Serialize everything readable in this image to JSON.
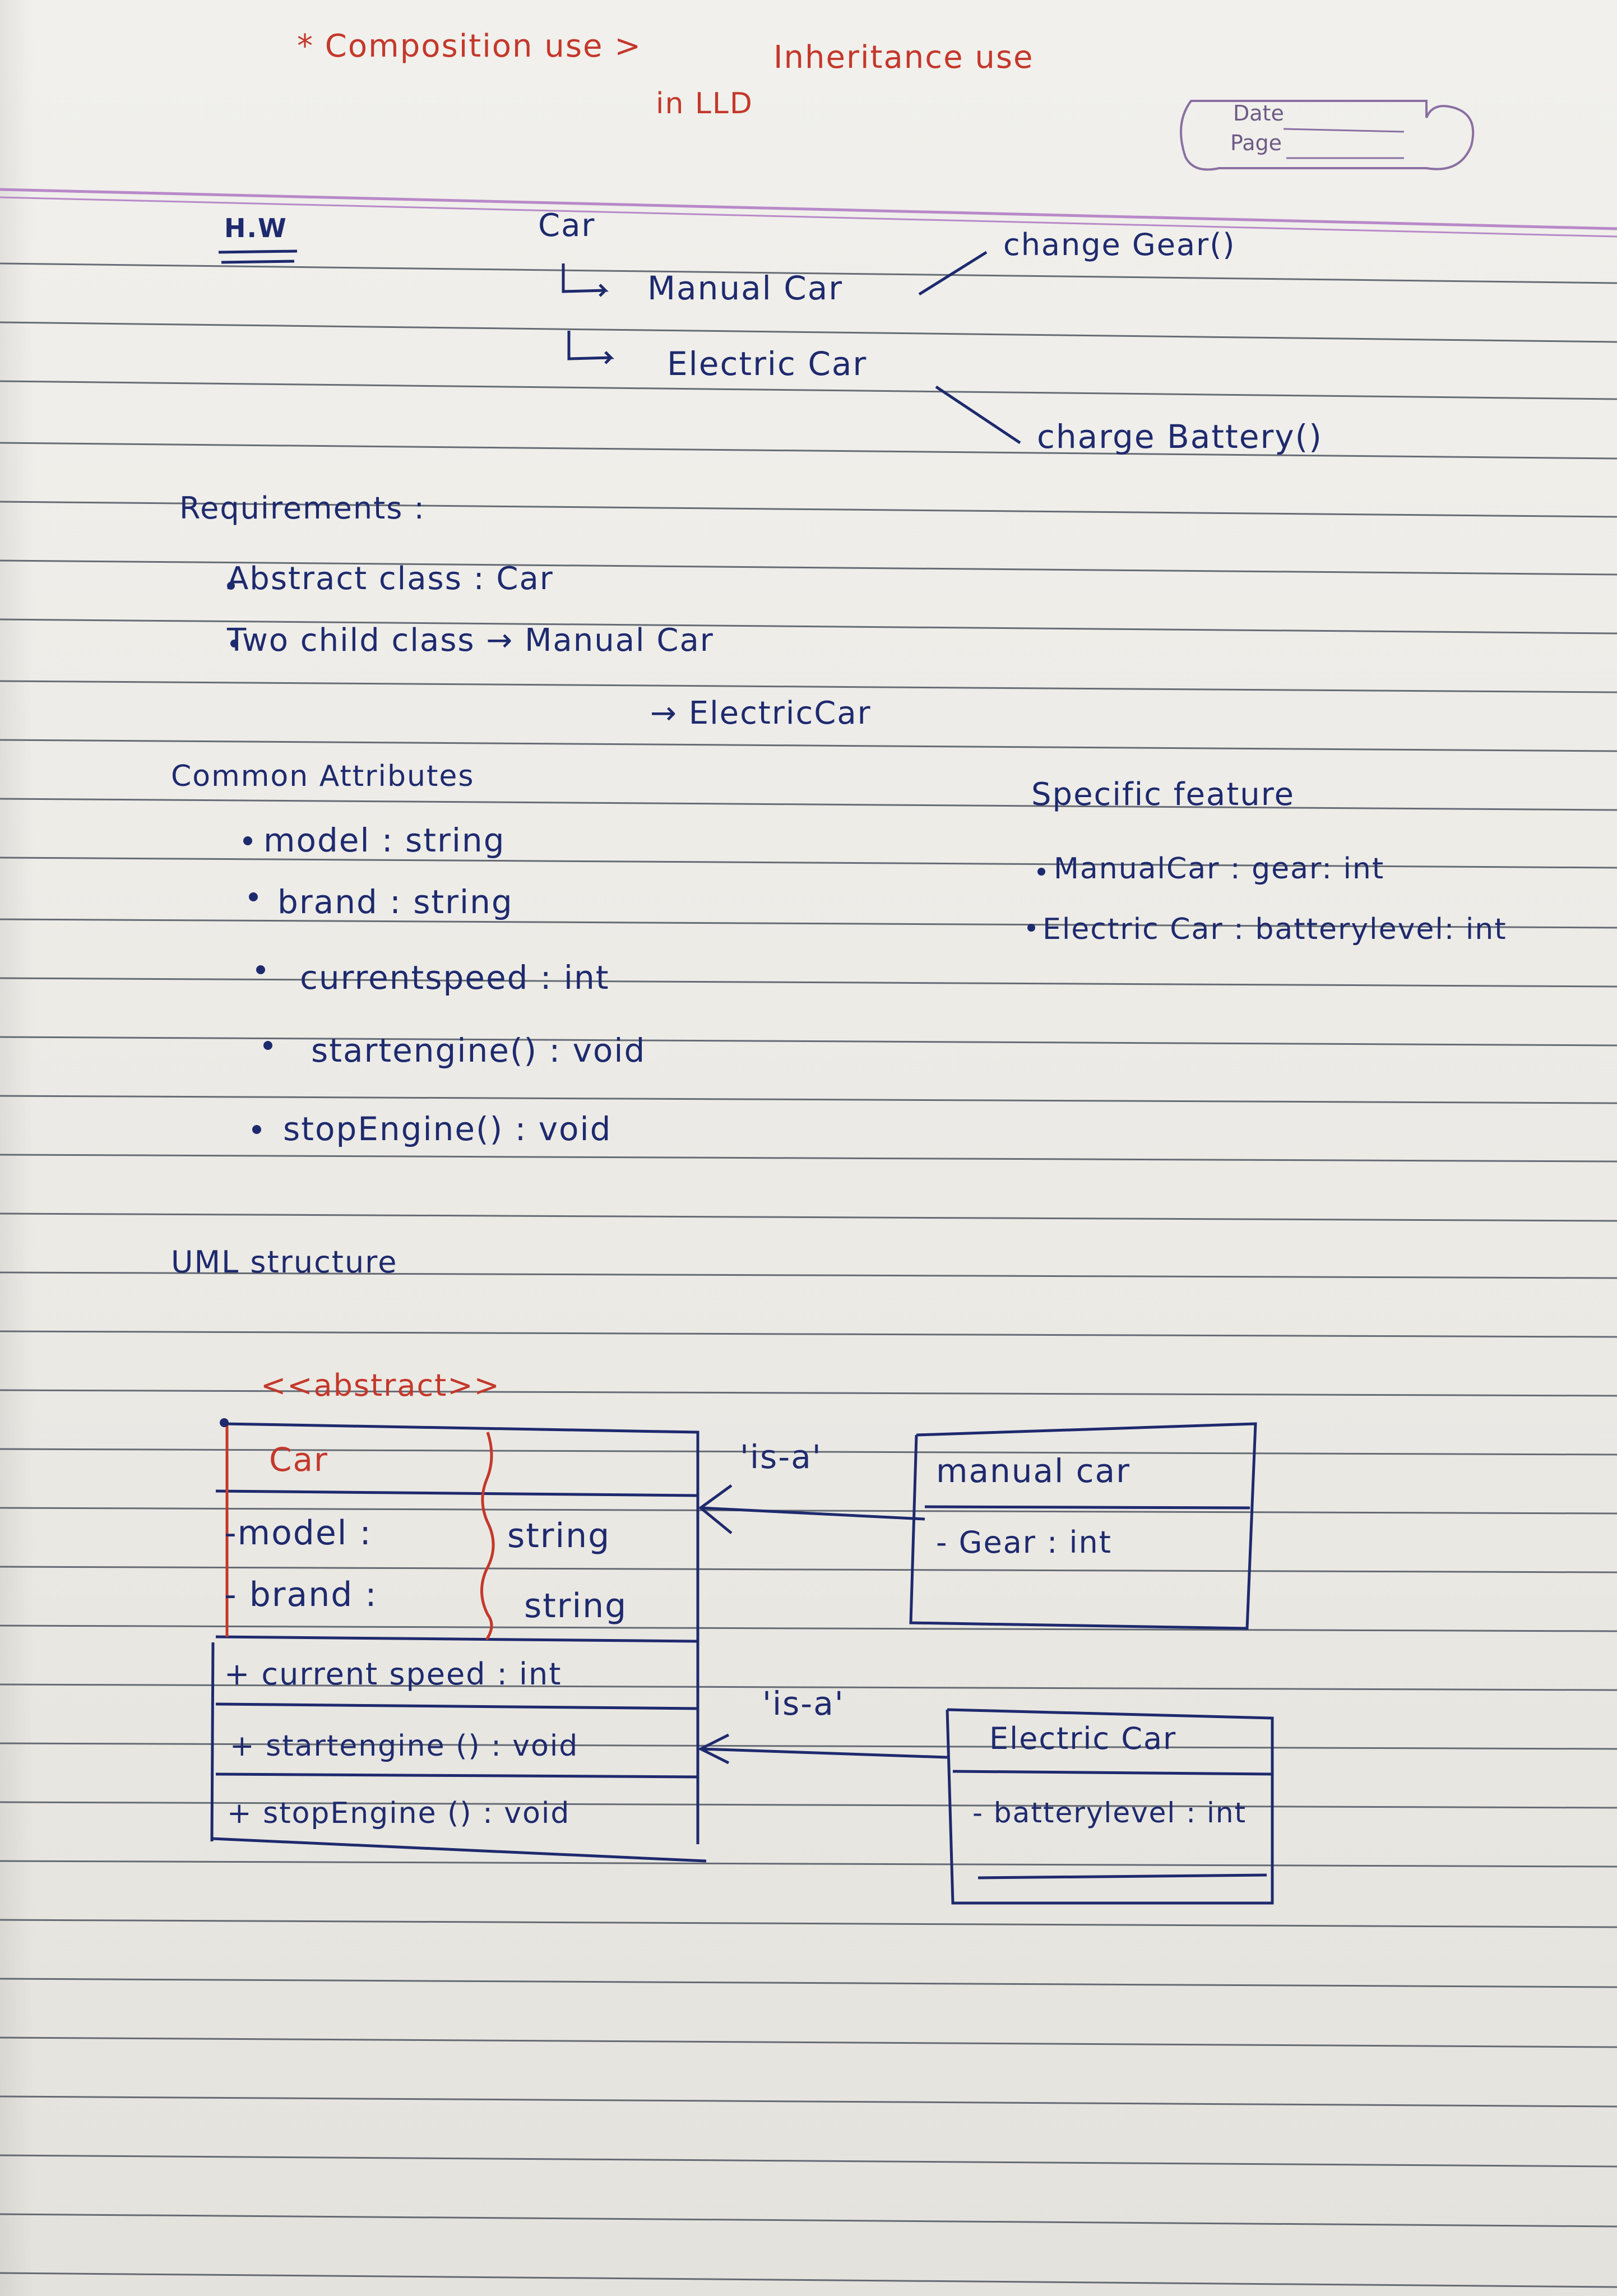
{
  "header": {
    "line1_a": "* Composition use >",
    "line1_b": "Inheritance use",
    "line2": "in LLD",
    "date_label": "Date",
    "page_label": "Page"
  },
  "hw_section": {
    "hw_label": "H.W",
    "root": "Car",
    "child1": "Manual Car",
    "child2": "Electric Car",
    "method1": "change Gear()",
    "method2": "charge Battery()"
  },
  "requirements": {
    "title": "Requirements :",
    "items": [
      "Abstract class : Car",
      "Two child class → Manual Car",
      "→ ElectricCar"
    ]
  },
  "common_attributes": {
    "title": "Common Attributes",
    "items": [
      "model : string",
      "brand : string",
      "currentspeed : int",
      "startengine() : void",
      "stopEngine() : void"
    ]
  },
  "specific_feature": {
    "title": "Specific feature",
    "items": [
      "ManualCar : gear: int",
      "Electric Car : batterylevel: int"
    ]
  },
  "uml": {
    "title": "UML structure",
    "stereotype": "<<abstract>>",
    "car_class": {
      "name": "Car",
      "attr_rows": [
        {
          "name": "-model :",
          "type": "string"
        },
        {
          "name": "- brand :",
          "type": "string"
        }
      ],
      "speed_row": "+ current speed : int",
      "methods": [
        "+ startengine () : void",
        "+ stopEngine () : void"
      ]
    },
    "relation1": "'is-a'",
    "relation2": "'is-a'",
    "manual_class": {
      "name": "manual car",
      "attr": "- Gear : int"
    },
    "electric_class": {
      "name": "Electric Car",
      "attr": "- batterylevel : int"
    }
  },
  "colors": {
    "ink_blue": "#1e2a6e",
    "ink_red": "#c4382b",
    "rule_line": "#4f5560",
    "margin_line": "#b889c9"
  }
}
